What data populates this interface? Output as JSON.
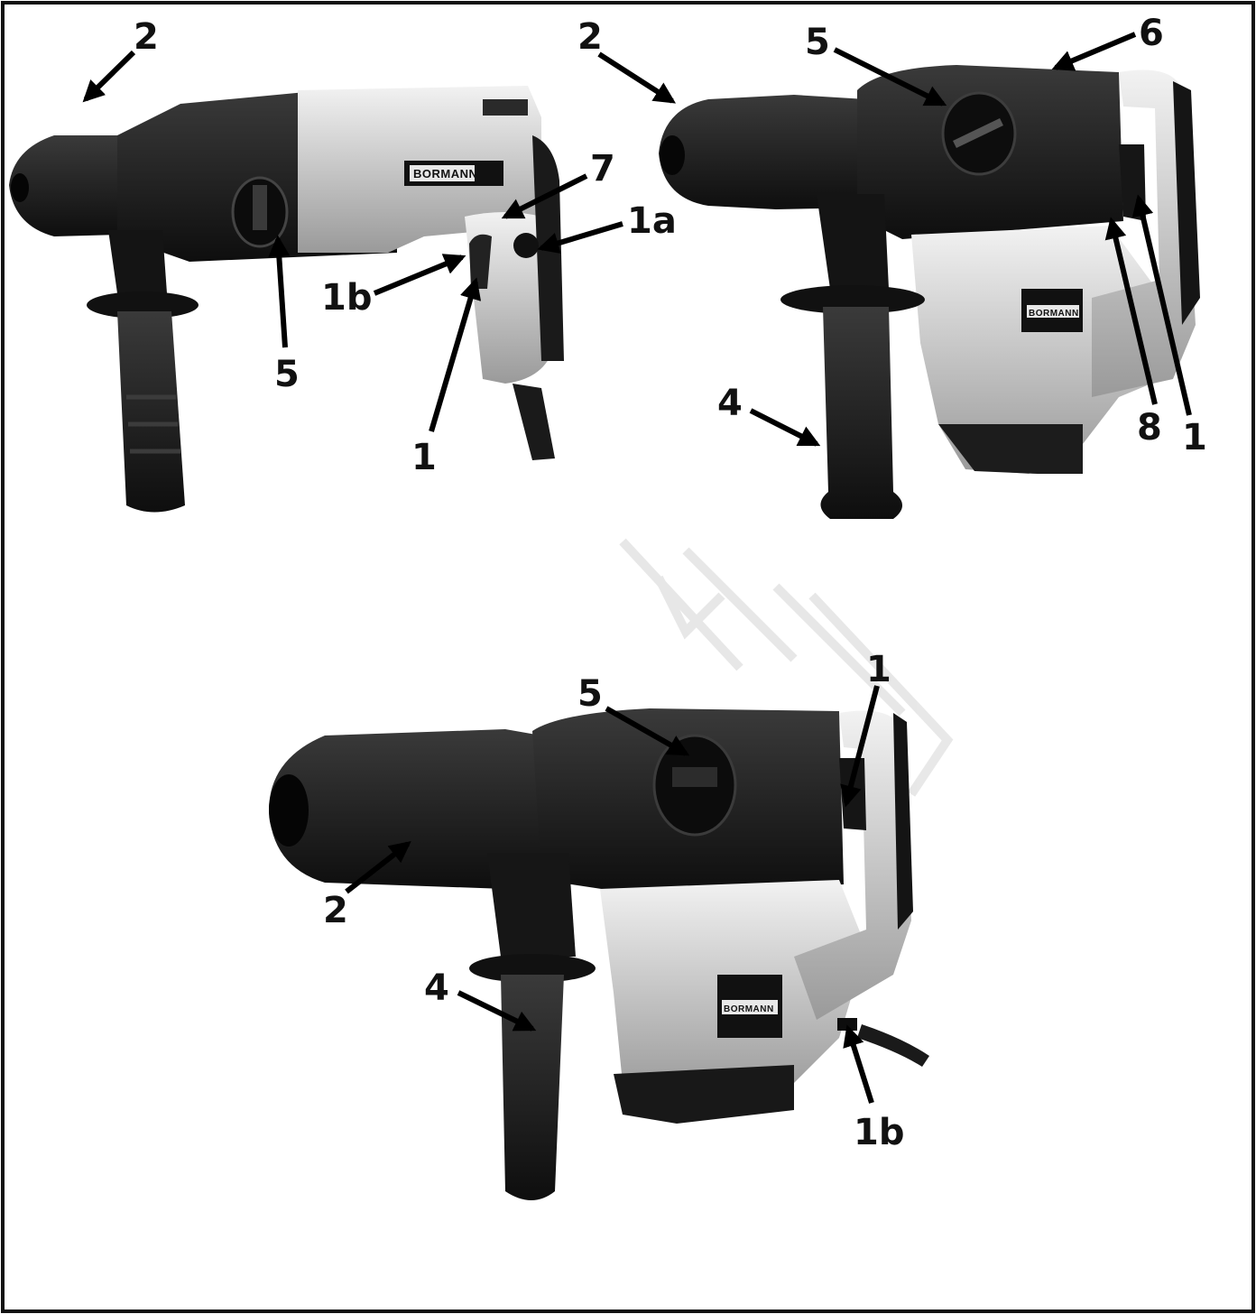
{
  "brand": {
    "logo_text": "BORMANN",
    "colors": {
      "body_dark": "#1b1b1b",
      "body_light": "#bdbdbd",
      "accent": "#e9e9e9",
      "frame": "#111111"
    }
  },
  "figure": {
    "panels": [
      {
        "id": "drill-1",
        "labels": {
          "chuck": "2",
          "mode_selector": "5",
          "lock_button": "7",
          "speed_wheel": "1a",
          "switch_lock": "1b",
          "trigger": "1"
        }
      },
      {
        "id": "drill-2",
        "labels": {
          "chuck": "2",
          "mode_selector": "5",
          "top_cover": "6",
          "side_handle": "4",
          "indicator": "8",
          "trigger": "1"
        }
      },
      {
        "id": "drill-3",
        "labels": {
          "mode_selector": "5",
          "trigger": "1",
          "chuck": "2",
          "side_handle": "4",
          "switch_lock": "1b"
        }
      }
    ]
  }
}
